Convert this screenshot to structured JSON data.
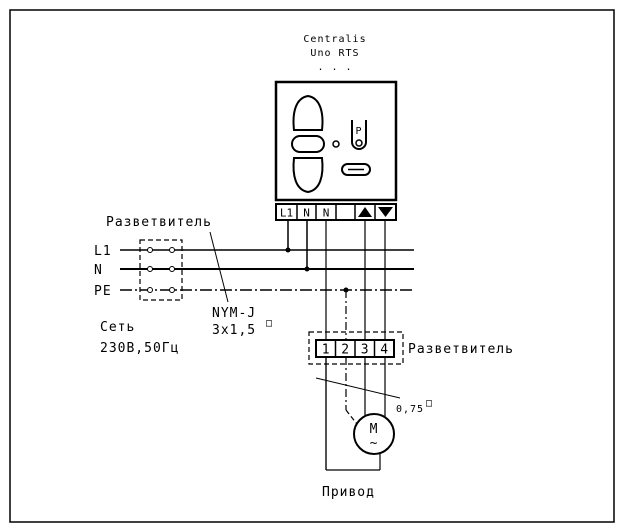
{
  "device": {
    "name_line1": "Centralis",
    "name_line2": "Uno RTS",
    "name_line3": ". . .",
    "prog_label": "P",
    "terminals": [
      "L1",
      "N",
      "N",
      "",
      "▲",
      "▼"
    ]
  },
  "labels": {
    "splitter_left": "Разветвитель",
    "line_l1": "L1",
    "line_n": "N",
    "line_pe": "PE",
    "cable_type": "NYM-J",
    "cable_section": "3x1,5",
    "cable_unit": "□",
    "mains_line1": "Сеть",
    "mains_line2": "230В,50Гц",
    "splitter_right": "Разветвитель",
    "motor_cable": "0,75",
    "motor_cable_unit": "□",
    "motor_letter": "M",
    "motor_symbol": "~",
    "drive": "Привод"
  },
  "terminal_block": [
    "1",
    "2",
    "3",
    "4"
  ]
}
